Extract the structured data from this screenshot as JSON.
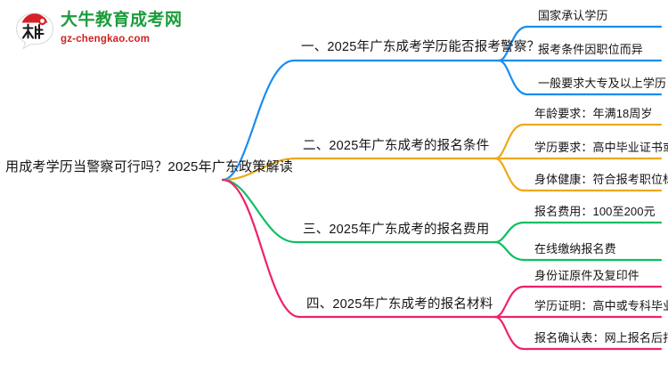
{
  "logo": {
    "mark_icon": "speech-bubble-logo-icon",
    "title": "大牛教育成考网",
    "subtitle": "gz-chengkao.com",
    "title_color": "#1a9c3c",
    "subtitle_color": "#cf2020"
  },
  "mindmap": {
    "center": {
      "text": "用成考学历当警察可行吗？2025年广东政策解读"
    },
    "branches": [
      {
        "label": "一、2025年广东成考学历能否报考警察？",
        "color": "#1a8cf0",
        "children": [
          {
            "label": "国家承认学历"
          },
          {
            "label": "报考条件因职位而异"
          },
          {
            "label": "一般要求大专及以上学历"
          }
        ]
      },
      {
        "label": "二、2025年广东成考的报名条件",
        "color": "#f0a818",
        "children": [
          {
            "label": "年龄要求：年满18周岁"
          },
          {
            "label": "学历要求：高中毕业证书或以上"
          },
          {
            "label": "身体健康：符合报考职位标准"
          }
        ]
      },
      {
        "label": "三、2025年广东成考的报名费用",
        "color": "#0fbf60",
        "children": [
          {
            "label": "报名费用：100至200元"
          },
          {
            "label": "在线缴纳报名费"
          }
        ]
      },
      {
        "label": "四、2025年广东成考的报名材料",
        "color": "#f0206e",
        "children": [
          {
            "label": "身份证原件及复印件"
          },
          {
            "label": "学历证明：高中或专科毕业证书"
          },
          {
            "label": "报名确认表：网上报名后打印"
          }
        ]
      }
    ]
  }
}
